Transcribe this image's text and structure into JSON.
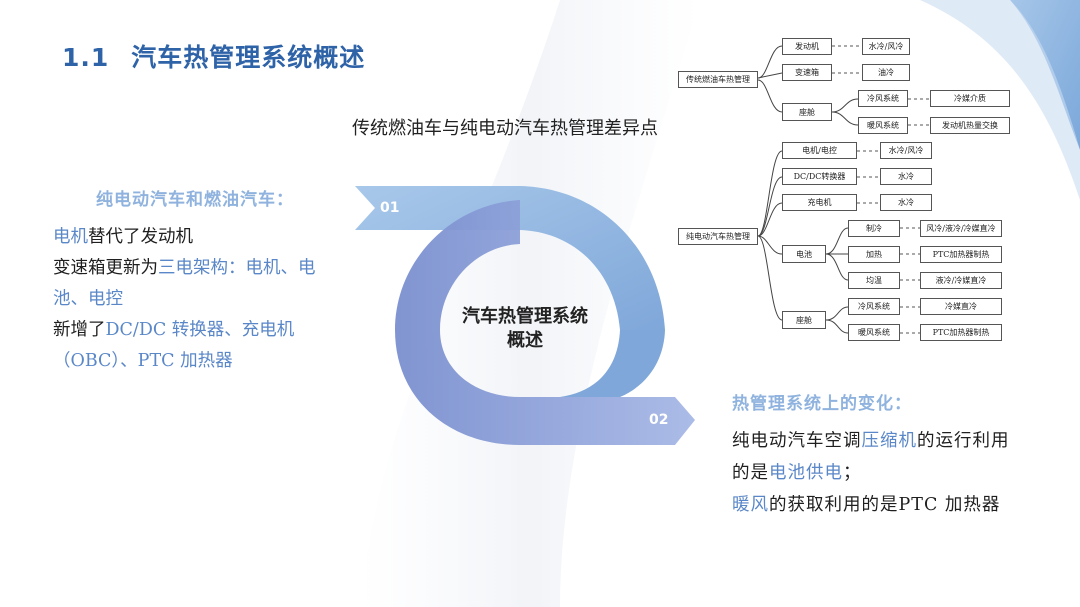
{
  "title": {
    "number": "1.1",
    "text": "汽车热管理系统概述"
  },
  "subtitle": "传统燃油车与纯电动汽车热管理差异点",
  "left": {
    "heading": "纯电动汽车和燃油汽车：",
    "line1_hl": "电机",
    "line1": "替代了发动机",
    "line2": "变速箱更新为",
    "line2_hl": "三电架构：电机、电池、电控",
    "line3": "新增了",
    "line3_hl": "DC/DC 转换器、充电机（OBC）、PTC 加热器"
  },
  "center": {
    "label": "汽车热管理系统概述",
    "badge1": "01",
    "badge2": "02"
  },
  "right": {
    "heading": "热管理系统上的变化：",
    "p1_a": "纯电动汽车空调",
    "p1_hl": "压缩机",
    "p1_b": "的运行利用的是",
    "p1_hl2": "电池供电",
    "p1_c": "；",
    "p2_hl": "暖风",
    "p2_a": "的获取利用的是PTC 加热器"
  },
  "tree": {
    "fuel_root": "传统燃油车热管理",
    "engine": "发动机",
    "engine_cool": "水冷/风冷",
    "gearbox": "变速箱",
    "gearbox_cool": "油冷",
    "cabin": "座舱",
    "cold_air": "冷风系统",
    "cold_medium": "冷媒介质",
    "warm_air": "暖风系统",
    "warm_source": "发动机热量交换",
    "ev_root": "纯电动汽车热管理",
    "motor": "电机/电控",
    "motor_cool": "水冷/风冷",
    "dcdc": "DC/DC转换器",
    "dcdc_cool": "水冷",
    "charger": "充电机",
    "charger_cool": "水冷",
    "battery": "电池",
    "bat_cool": "制冷",
    "bat_cool_m": "风冷/液冷/冷媒直冷",
    "bat_heat": "加热",
    "bat_heat_m": "PTC加热器制热",
    "bat_even": "均温",
    "bat_even_m": "液冷/冷媒直冷",
    "ev_cabin": "座舱",
    "ev_cold": "冷风系统",
    "ev_cold_m": "冷媒直冷",
    "ev_warm": "暖风系统",
    "ev_warm_m": "PTC加热器制热"
  },
  "colors": {
    "accent": "#2f63a8",
    "highlight": "#5a87c8",
    "heading_light": "#8fb3de",
    "ring_top": "#9cc0e6",
    "ring_bottom": "#8a9ad6"
  }
}
